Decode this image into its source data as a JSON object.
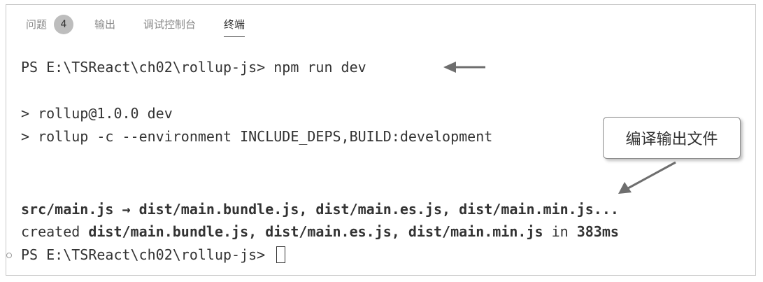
{
  "tabs": [
    {
      "label": "问题",
      "badge": "4",
      "active": false
    },
    {
      "label": "输出",
      "active": false
    },
    {
      "label": "调试控制台",
      "active": false
    },
    {
      "label": "终端",
      "active": true
    }
  ],
  "terminal": {
    "line1": "PS E:\\TSReact\\ch02\\rollup-js> npm run dev",
    "line2": "> rollup@1.0.0 dev",
    "line3": "> rollup -c --environment INCLUDE_DEPS,BUILD:development",
    "line4": "src/main.js → dist/main.bundle.js, dist/main.es.js, dist/main.min.js...",
    "line5_prefix": "created ",
    "line5_files": "dist/main.bundle.js, dist/main.es.js, dist/main.min.js",
    "line5_in": " in ",
    "line5_time": "383ms",
    "line6": "PS E:\\TSReact\\ch02\\rollup-js> "
  },
  "callout": {
    "text": "编译输出文件"
  },
  "colors": {
    "text": "#333333",
    "muted_tab": "#8a8a8a",
    "badge_bg": "#bdbdbd",
    "arrow": "#6e6e6e",
    "border": "#c9c9c9"
  }
}
